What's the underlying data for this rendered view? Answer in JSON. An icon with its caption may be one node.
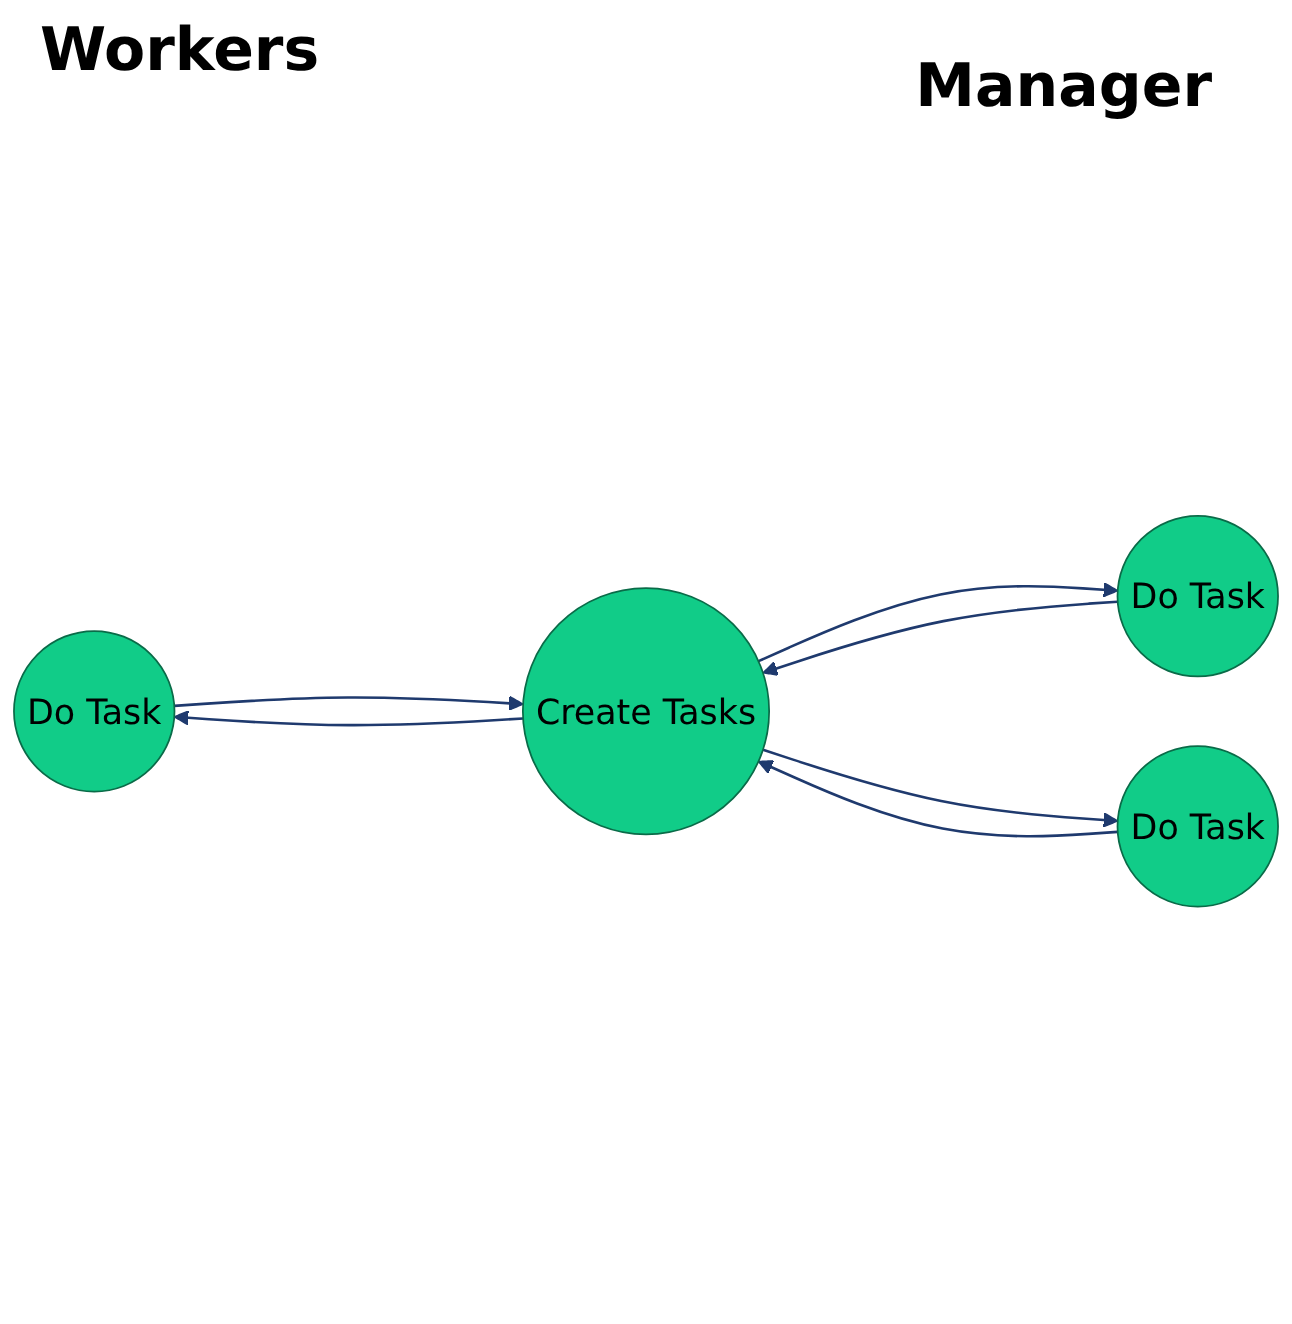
{
  "diagram": {
    "nodes": [
      {
        "text": [
          "Do Task"
        ]
      },
      {
        "text": [
          "Do Task"
        ]
      },
      {
        "text": [
          "Do Task"
        ]
      },
      {
        "text": [
          "Create Tasks"
        ]
      }
    ],
    "edges": [
      {
        "from": 0,
        "to": 3,
        "arrow": "to"
      },
      {
        "from": 3,
        "to": 0,
        "arrow": "to"
      },
      {
        "from": 1,
        "to": 3,
        "arrow": "to"
      },
      {
        "from": 3,
        "to": 1,
        "arrow": "to"
      },
      {
        "from": 2,
        "to": 3,
        "arrow": "to"
      },
      {
        "from": 3,
        "to": 2,
        "arrow": "to"
      }
    ],
    "labels": [
      "Workers",
      "Manager"
    ]
  }
}
